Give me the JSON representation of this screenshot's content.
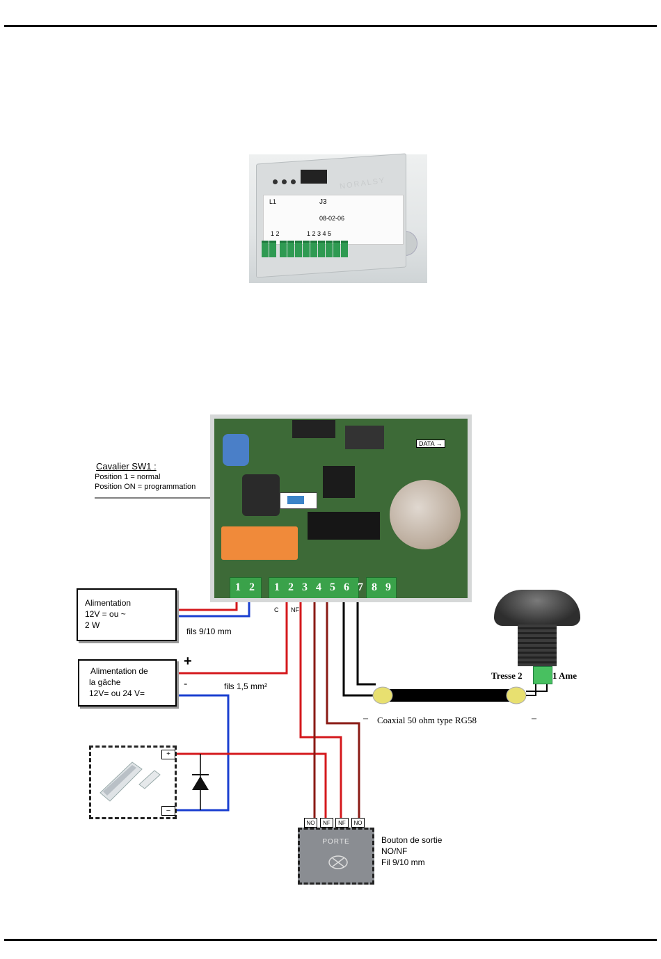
{
  "photo": {
    "brand": "NORALSY",
    "l1": "L1",
    "j3": "J3",
    "date": "08-02-06",
    "pins_left": "1 2",
    "pins_right": "1 2 3 4 5"
  },
  "pcb": {
    "data_label": "DATA",
    "terminals": [
      "1",
      "2",
      "1",
      "2",
      "3",
      "4",
      "5",
      "6",
      "7",
      "8",
      "9"
    ]
  },
  "cavalier": {
    "title": "Cavalier SW1 :",
    "line1": "Position 1 = normal",
    "line2": "Position ON = programmation"
  },
  "alim": {
    "line1": "Alimentation",
    "line2": "12V = ou ~",
    "line3": "2 W"
  },
  "fils1": "fils 9/10 mm",
  "alim_gache": {
    "line1": "Alimentation de",
    "line2": "la gâche",
    "line3": "12V= ou 24 V="
  },
  "plus": "+",
  "minus": "-",
  "fils2": "fils 1,5 mm²",
  "c_label": "C",
  "nf_label": "NF",
  "coax_label": "Coaxial 50 ohm type RG58",
  "coax_minus_left": "–",
  "coax_minus_right": "–",
  "tresse": "Tresse 2",
  "ame": "1 Ame",
  "strike_plus": "+",
  "strike_minus": "–",
  "exit_pins": [
    "NO",
    "NF",
    "NF",
    "NO"
  ],
  "porte": "PORTE",
  "bouton": {
    "line1": "Bouton de sortie",
    "line2": "NO/NF",
    "line3": "Fil 9/10 mm"
  },
  "colors": {
    "red_wire": "#d4181c",
    "blue_wire": "#1a3fd0",
    "brown_wire": "#8a1a14",
    "black_wire": "#000000",
    "terminal_green": "#3aa24a"
  }
}
